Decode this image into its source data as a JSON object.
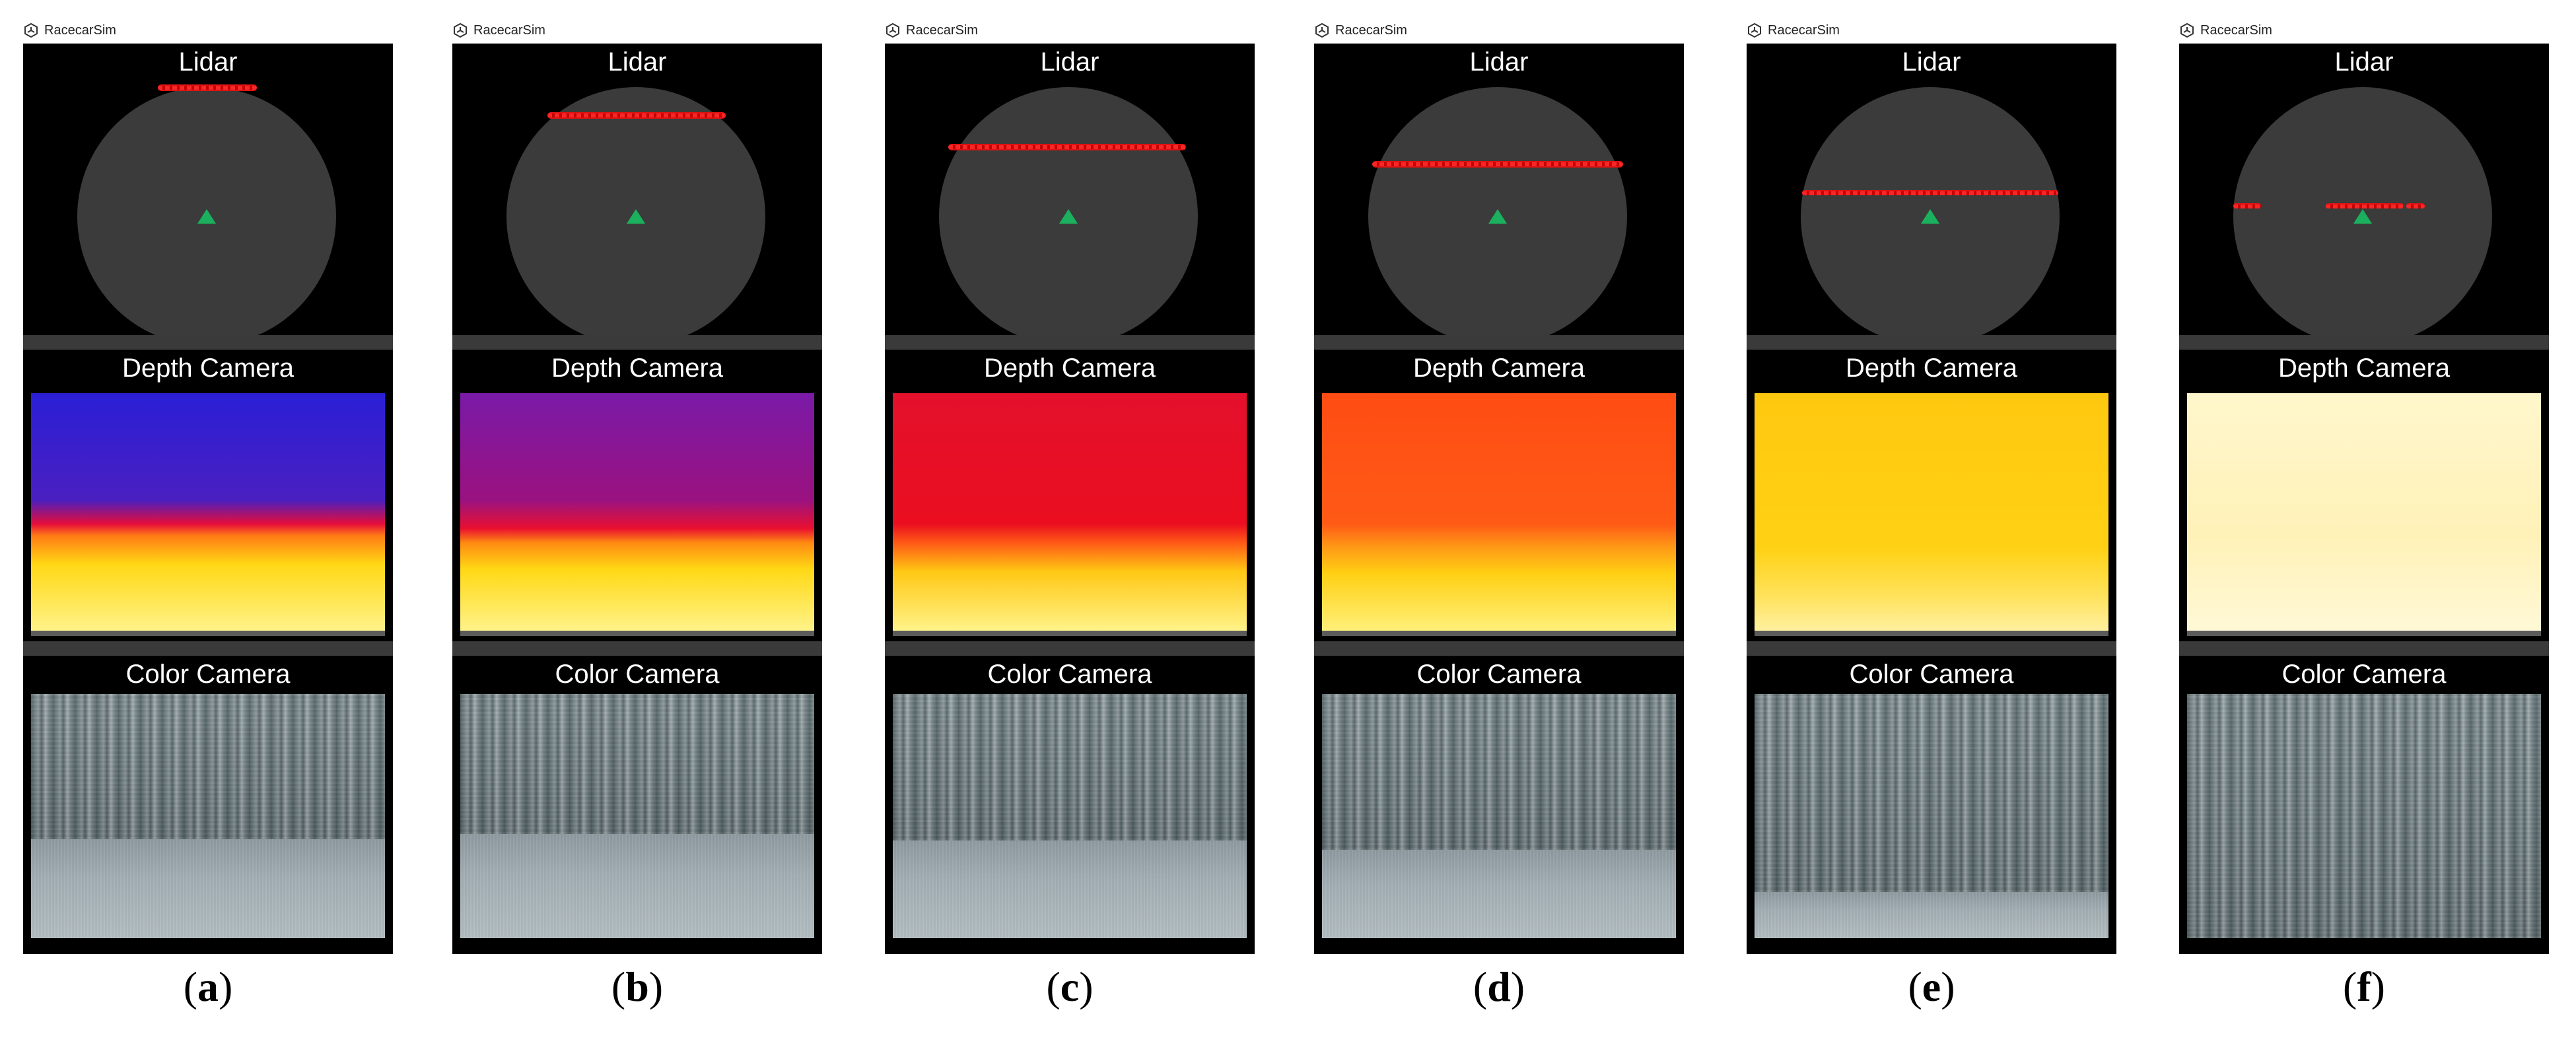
{
  "app_title": "RacecarSim",
  "panel_titles": {
    "lidar": "Lidar",
    "depth": "Depth Camera",
    "color": "Color Camera"
  },
  "icons": {
    "app": "unity-icon",
    "car": "car-marker-icon"
  },
  "colors": {
    "lidar_circle": "#3b3b3b",
    "lidar_scan": "#e01212",
    "car_marker": "#1bb05d"
  },
  "shots": [
    {
      "label_open": "(",
      "label_letter": "a",
      "label_close": ")"
    },
    {
      "label_open": "(",
      "label_letter": "b",
      "label_close": ")"
    },
    {
      "label_open": "(",
      "label_letter": "c",
      "label_close": ")"
    },
    {
      "label_open": "(",
      "label_letter": "d",
      "label_close": ")"
    },
    {
      "label_open": "(",
      "label_letter": "e",
      "label_close": ")"
    },
    {
      "label_open": "(",
      "label_letter": "f",
      "label_close": ")"
    }
  ]
}
